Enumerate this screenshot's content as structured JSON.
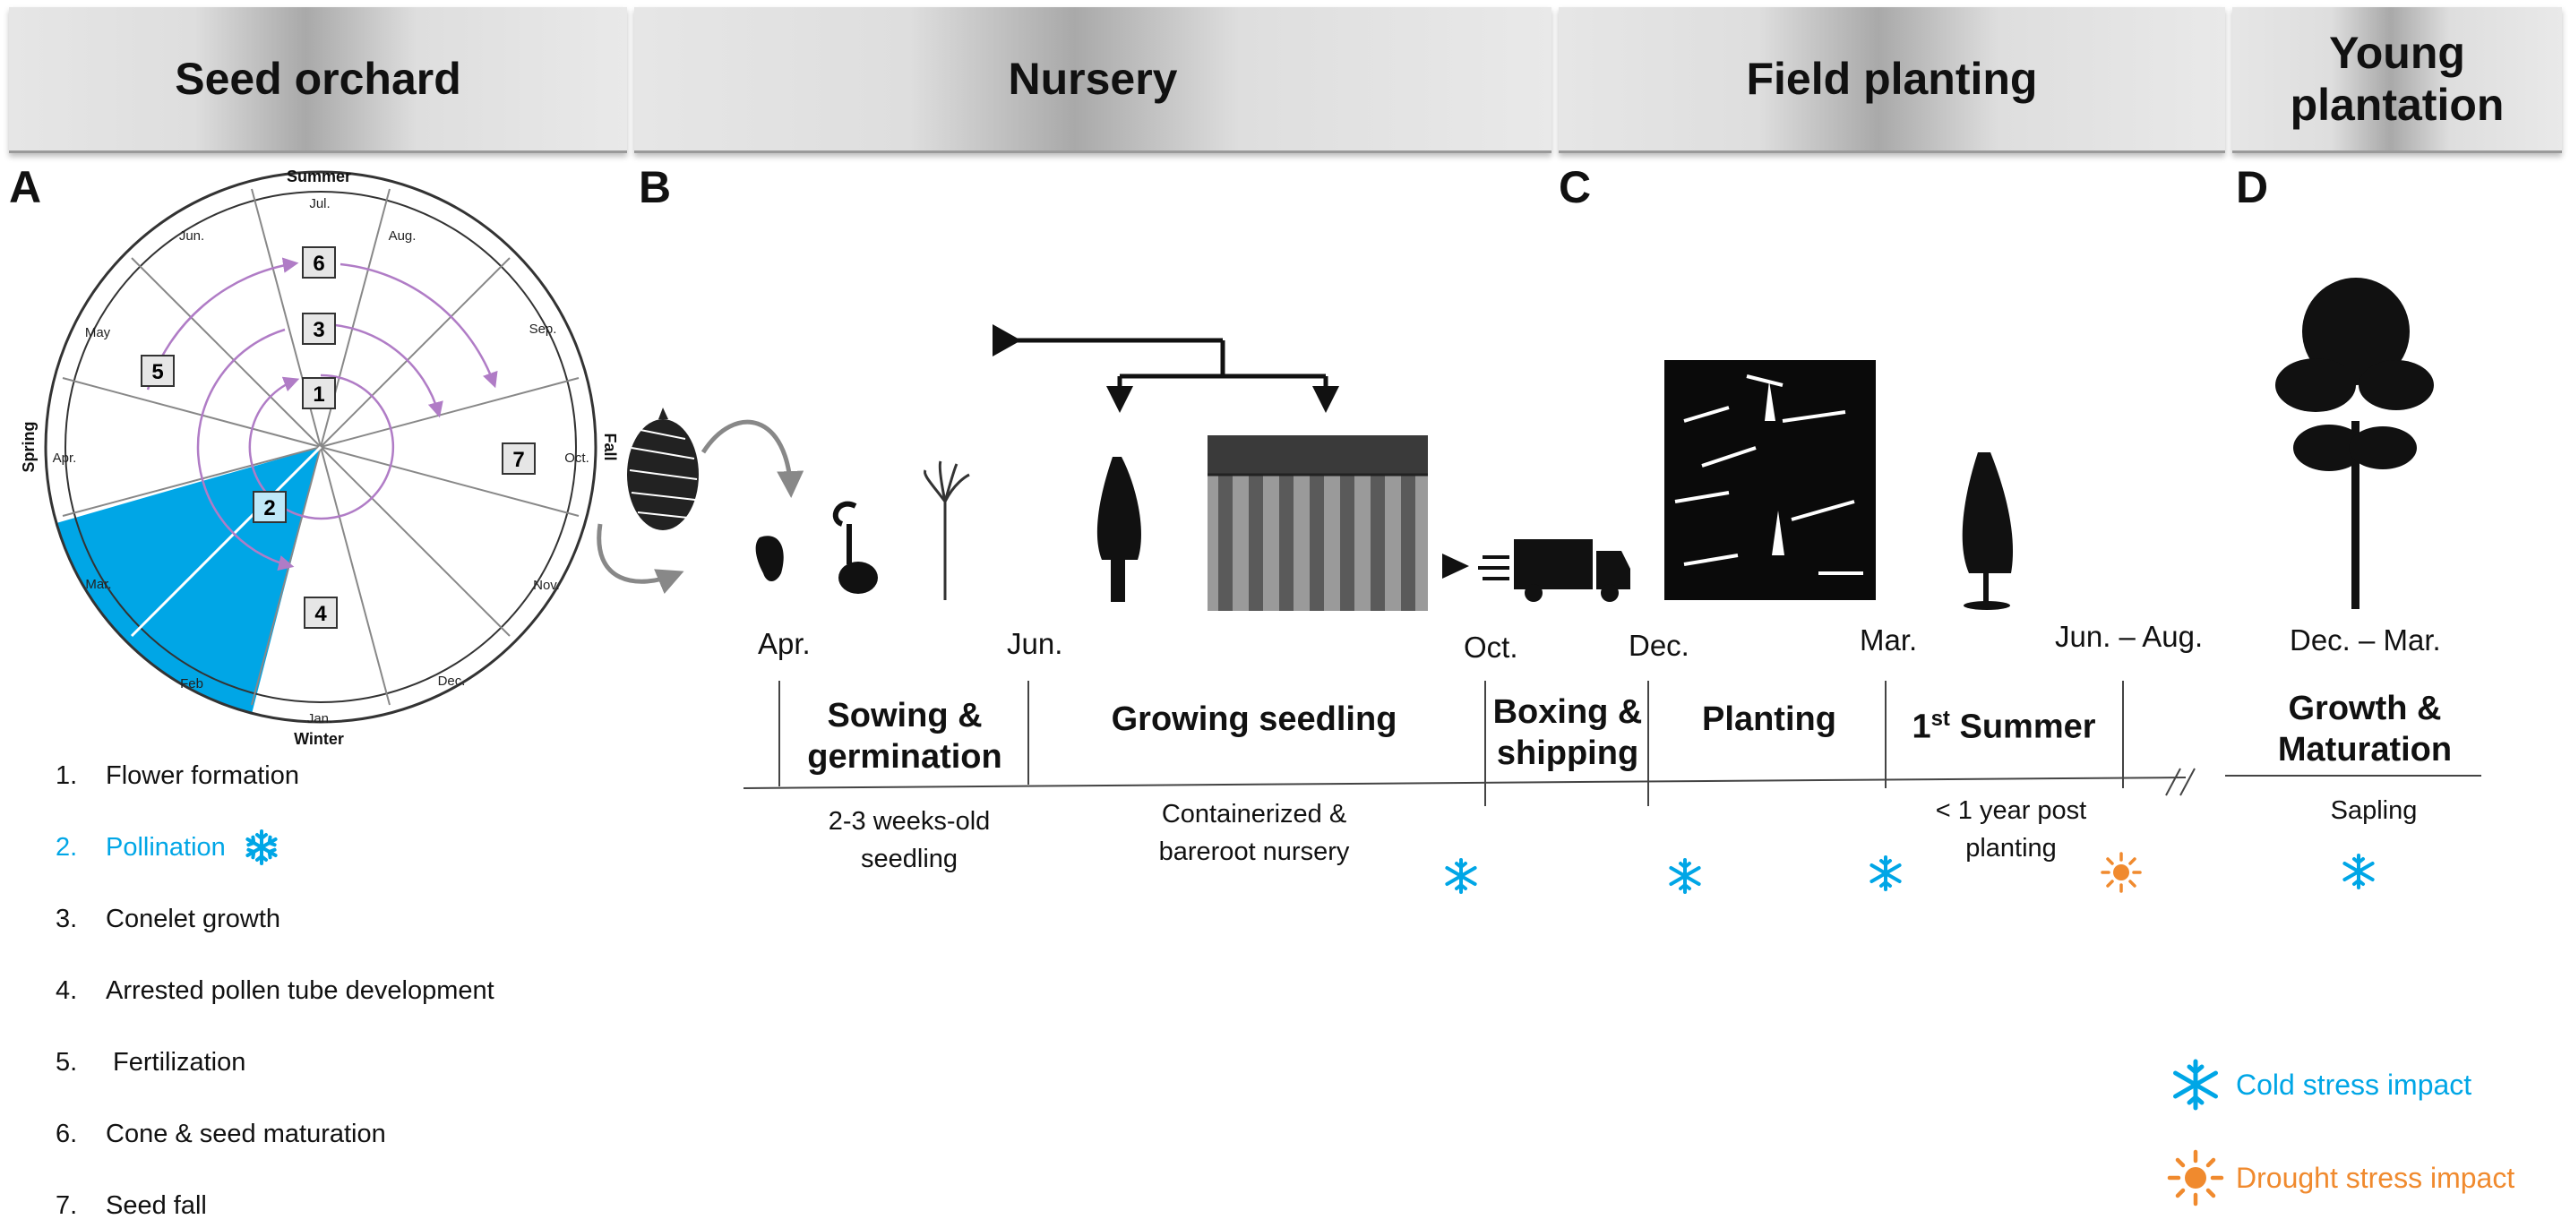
{
  "headers": {
    "seed_orchard": "Seed orchard",
    "nursery": "Nursery",
    "field_planting": "Field planting",
    "young_plantation": "Young plantation"
  },
  "panels": {
    "a": "A",
    "b": "B",
    "c": "C",
    "d": "D"
  },
  "wheel": {
    "seasons": {
      "summer": "Summer",
      "fall": "Fall",
      "winter": "Winter",
      "spring": "Spring"
    },
    "months": {
      "jan": "Jan.",
      "feb": "Feb",
      "mar": "Mar.",
      "apr": "Apr.",
      "may": "May",
      "jun": "Jun.",
      "jul": "Jul.",
      "aug": "Aug.",
      "sep": "Sep.",
      "oct": "Oct.",
      "nov": "Nov.",
      "dec": "Dec."
    },
    "stage_boxes": [
      "1",
      "2",
      "3",
      "4",
      "5",
      "6",
      "7"
    ]
  },
  "stages_list": [
    {
      "num": "1.",
      "label": "Flower formation"
    },
    {
      "num": "2.",
      "label": "Pollination"
    },
    {
      "num": "3.",
      "label": "Conelet growth"
    },
    {
      "num": "4.",
      "label": "Arrested pollen tube development"
    },
    {
      "num": "5.",
      "label": " Fertilization"
    },
    {
      "num": "6.",
      "label": "Cone & seed maturation"
    },
    {
      "num": "7.",
      "label": "Seed fall"
    }
  ],
  "timeline": {
    "months": {
      "apr": "Apr.",
      "jun": "Jun.",
      "oct": "Oct.",
      "dec": "Dec.",
      "mar": "Mar.",
      "jun_aug": "Jun. – Aug.",
      "dec_mar": "Dec. – Mar."
    },
    "stages": {
      "sowing": "Sowing & germination",
      "growing": "Growing seedling",
      "boxing": "Boxing & shipping",
      "planting": "Planting",
      "summer_base": "1",
      "summer_sup": "st",
      "summer_rest": " Summer",
      "growth": "Growth & Maturation"
    },
    "subs": {
      "sowing": "2-3 weeks-old seedling",
      "growing": "Containerized & bareroot nursery",
      "summer": "< 1 year post planting",
      "growth": "Sapling"
    }
  },
  "legend": {
    "cold": "Cold stress impact",
    "drought": "Drought stress impact"
  },
  "colors": {
    "accent_blue": "#00A6E6",
    "drought_orange": "#F08A2E",
    "arrow_purple": "#B07CC6"
  },
  "icons": {
    "cold": "snowflake-icon",
    "drought": "sun-icon"
  }
}
